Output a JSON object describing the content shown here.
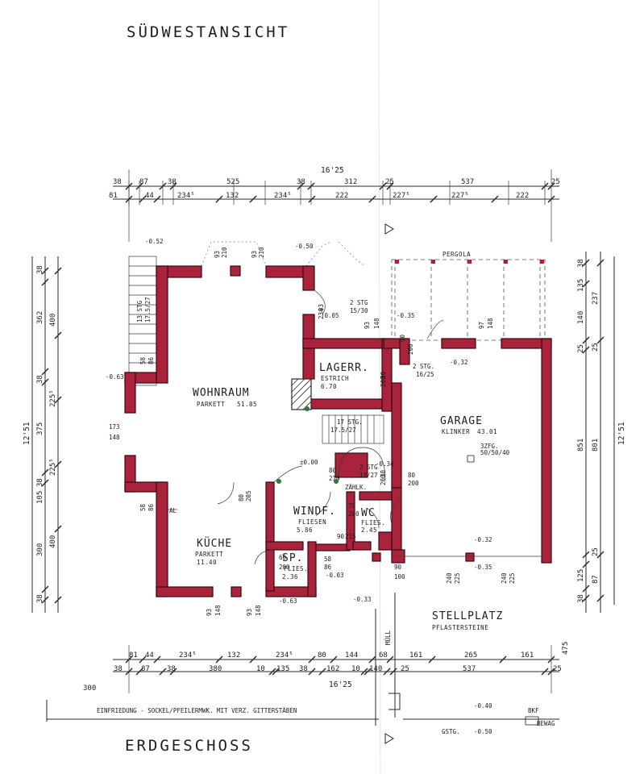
{
  "titles": {
    "top": "SÜDWESTANSICHT",
    "bottom": "ERDGESCHOSS"
  },
  "rooms": {
    "wohnraum": {
      "name": "WOHNRAUM",
      "floor": "PARKETT",
      "area": "51.85"
    },
    "kueche": {
      "name": "KÜCHE",
      "floor": "PARKETT",
      "area": "11.40"
    },
    "windf": {
      "name": "WINDF.",
      "floor": "FLIESEN",
      "area": "5.86"
    },
    "sp": {
      "name": "SP.",
      "floor": "FLIES.",
      "area": "2.36"
    },
    "wc": {
      "name": "WC",
      "floor": "FLIES.",
      "area": "2.45"
    },
    "lagerr": {
      "name": "LAGERR.",
      "floor": "ESTRICH",
      "area": "6.70"
    },
    "garage": {
      "name": "GARAGE",
      "floor": "KLINKER",
      "area": "43.01"
    },
    "stellplatz": {
      "name": "STELLPLATZ",
      "floor": "PFLASTERSTEINE"
    },
    "pergola": "PERGOLA"
  },
  "labels": {
    "stg13": "13 STG",
    "stg13b": "17.5/27",
    "stg2": "2 STG",
    "stg2b": "15/30",
    "stg2c": "2 STG.",
    "stg2d": "16/25",
    "stg17": "17 STG.",
    "stg17b": "17.5/27",
    "stg2e": "2 STG",
    "stg2f": "17/27",
    "al": "AL",
    "zahl": "ZÄHLK.",
    "muell": "MÜLL",
    "einfriedung": "EINFRIEDUNG - SOCKEL/PFEILERMWK. MIT VERZ. GITTERSTÄBEN",
    "bkf": "BKF",
    "bewag": "BEWAG",
    "gstg": "GSTG.",
    "gstg_val": "-0.50",
    "lvl_m040": "-0.40",
    "kfz1": "3ZFG.",
    "kfz2": "50/50/40",
    "total_top": "16'25",
    "total_bottom": "16'25",
    "total_left": "12'51",
    "total_right": "12'51",
    "dim_300": "300",
    "dim_475": "475"
  },
  "levels": {
    "l1": "-0.52",
    "l2": "-0.50",
    "l3": "-0.05",
    "l4": "-0.35",
    "l5": "-0.32",
    "l6": "-0.63",
    "l7": "±0.00",
    "l8": "-0.34",
    "l9": "-0.32",
    "l10": "-0.35",
    "l11": "-0.03",
    "l12": "-0.33",
    "l13": "-0.63"
  },
  "dims_top_row1": [
    "38",
    "87",
    "38",
    "525",
    "38",
    "312",
    "25",
    "537",
    "25"
  ],
  "dims_top_row2": [
    "81",
    "44",
    "234⁵",
    "132",
    "234⁵",
    "222",
    "227⁵",
    "227⁵",
    "222"
  ],
  "dims_bottom_row1": [
    "81",
    "44",
    "234⁵",
    "132",
    "234⁵",
    "80",
    "144",
    "68",
    "161",
    "265",
    "161"
  ],
  "dims_bottom_row2": [
    "38",
    "87",
    "38",
    "380",
    "10",
    "135",
    "38",
    "162",
    "10",
    "140",
    "25",
    "537",
    "25"
  ],
  "dims_left_outer": [
    "38",
    "362",
    "38",
    "375",
    "38",
    "300",
    "38"
  ],
  "dims_left_inner": [
    "400",
    "225⁵",
    "105",
    "225⁵",
    "400"
  ],
  "dims_right_outer": [
    "38",
    "135",
    "140",
    "25",
    "851",
    "25",
    "125",
    "38"
  ],
  "dims_right_inner": [
    "237",
    "801",
    "87",
    "25"
  ],
  "openings": [
    "93",
    "210",
    "93",
    "210",
    "93",
    "234",
    "93",
    "148",
    "90",
    "200",
    "97",
    "148",
    "30",
    "200",
    "80",
    "210",
    "90",
    "215",
    "70",
    "200",
    "60",
    "200",
    "58",
    "86",
    "80",
    "200",
    "90",
    "100",
    "93",
    "148",
    "93",
    "148",
    "80",
    "205",
    "173",
    "148",
    "58",
    "86",
    "58",
    "86",
    "240",
    "225",
    "240",
    "225",
    "30",
    "200"
  ]
}
